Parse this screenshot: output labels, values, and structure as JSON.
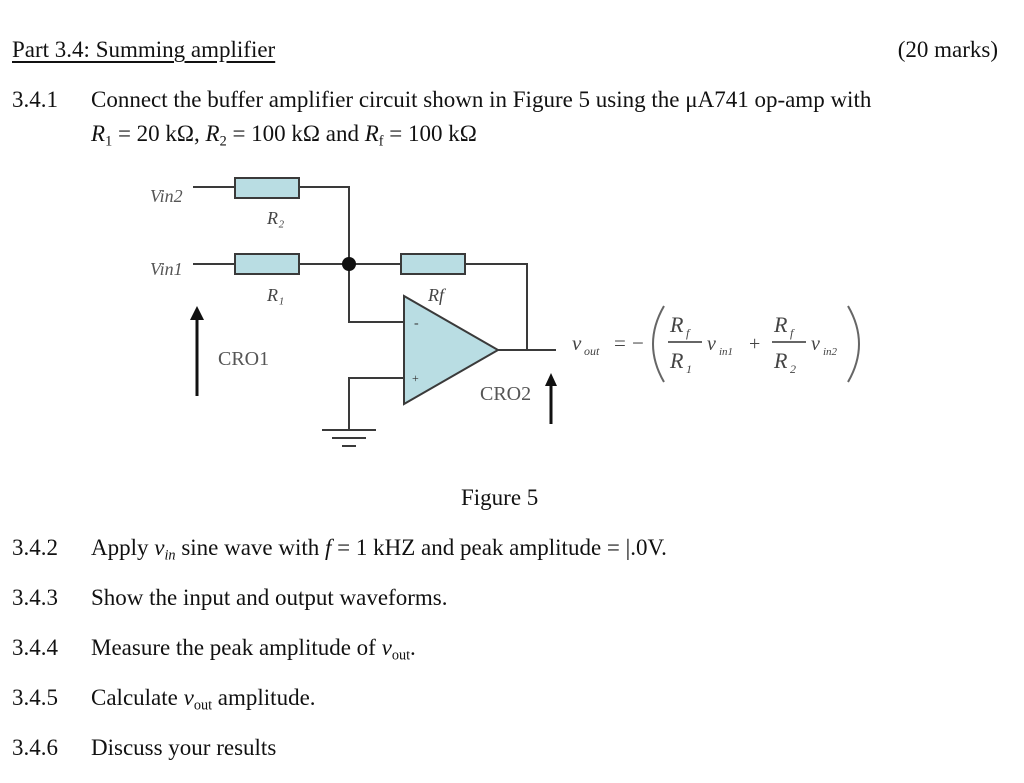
{
  "header": {
    "title": "Part 3.4: Summing amplifier",
    "marks": "(20 marks)"
  },
  "item_341": {
    "number": "3.4.1",
    "line1": "Connect the buffer amplifier circuit shown in Figure 5 using the μA741 op-amp with",
    "r1_symbol": "R",
    "r1_sub": "1",
    "r1_value": " = 20 kΩ, ",
    "r2_symbol": "R",
    "r2_sub": "2",
    "r2_value": " = 100 kΩ and ",
    "rf_symbol": "R",
    "rf_sub": "f",
    "rf_value": " = 100 kΩ"
  },
  "figure": {
    "labels": {
      "vin2": "Vin2",
      "vin1": "Vin1",
      "r2": "R₂",
      "r1": "R₁",
      "rf": "Rf",
      "cro1": "CRO1",
      "cro2": "CRO2",
      "minus": "-",
      "plus": "+"
    },
    "equation": {
      "lhs": "v",
      "lhs_sub": "out",
      "eq": "=",
      "neg": "−",
      "num1": "R",
      "num1_sub": "f",
      "den1": "R",
      "den1_sub": "1",
      "v1": "v",
      "v1_sub": "in1",
      "plus": "+",
      "num2": "R",
      "num2_sub": "f",
      "den2": "R",
      "den2_sub": "2",
      "v2": "v",
      "v2_sub": "in2"
    },
    "caption": "Figure 5"
  },
  "item_342": {
    "number": "3.4.2",
    "pre": "Apply ",
    "var": "v",
    "var_sub": "in",
    "mid": " sine wave with ",
    "f": "f",
    "post": " = 1 kHZ and peak amplitude = |.0V."
  },
  "item_343": {
    "number": "3.4.3",
    "text": "Show the input and output waveforms."
  },
  "item_344": {
    "number": "3.4.4",
    "pre": "Measure the peak amplitude of ",
    "var": "v",
    "var_sub": "out",
    "post": "."
  },
  "item_345": {
    "number": "3.4.5",
    "pre": "Calculate ",
    "var": "v",
    "var_sub": "out",
    "post": " amplitude."
  },
  "item_346": {
    "number": "3.4.6",
    "text": "Discuss your results"
  },
  "colors": {
    "component_fill": "#b9dde3",
    "wire": "#3a3a3a"
  }
}
